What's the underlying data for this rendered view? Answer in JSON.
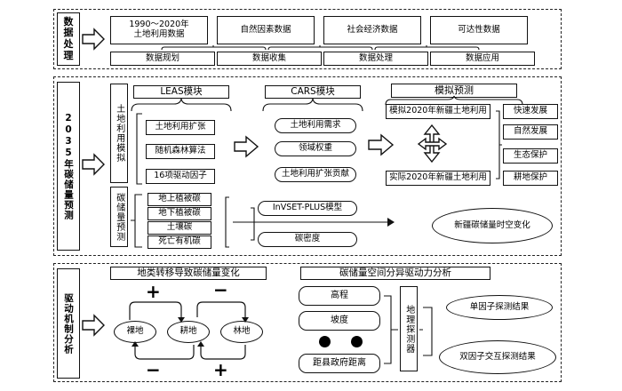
{
  "section1": {
    "title": "数据处理",
    "top_boxes": [
      "1990～2020年土地利用数据",
      "自然因素数据",
      "社会经济数据",
      "可达性数据"
    ],
    "bottom_boxes": [
      "数据规划",
      "数据收集",
      "数据处理",
      "数据应用"
    ]
  },
  "section2": {
    "title": "2035年碳储量预测",
    "land_use_label": "土地利用模拟",
    "carbon_label": "碳储量预测",
    "leas_title": "LEAS模块",
    "leas_items": [
      "土地利用扩张",
      "随机森林算法",
      "16项驱动因子"
    ],
    "cars_title": "CARS模块",
    "cars_items": [
      "土地利用需求",
      "领域权重",
      "土地利用扩张贡献"
    ],
    "sim_title": "模拟预测",
    "sim_top": "模拟2020年新疆土地利用",
    "sim_bottom": "实际2020年新疆土地利用",
    "scenarios": [
      "快速发展",
      "自然发展",
      "生态保护",
      "耕地保护"
    ],
    "carbon_pools": [
      "地上植被碳",
      "地下植被碳",
      "土壤碳",
      "死亡有机碳"
    ],
    "invest_model": "InVSET-PLUS模型",
    "density": "碳密度",
    "result": "新疆碳储量时空变化"
  },
  "section3": {
    "title": "驱动机制分析",
    "left_title": "地类转移导致碳储量变化",
    "nodes": [
      "裸地",
      "耕地",
      "林地"
    ],
    "signs": [
      "+",
      "−",
      "−",
      "+"
    ],
    "right_title": "碳储量空间分异驱动力分析",
    "factors": [
      "高程",
      "坡度",
      "距县政府距离"
    ],
    "detector": "地理探测器",
    "single": "单因子探测结果",
    "dual": "双因子交互探测结果"
  }
}
